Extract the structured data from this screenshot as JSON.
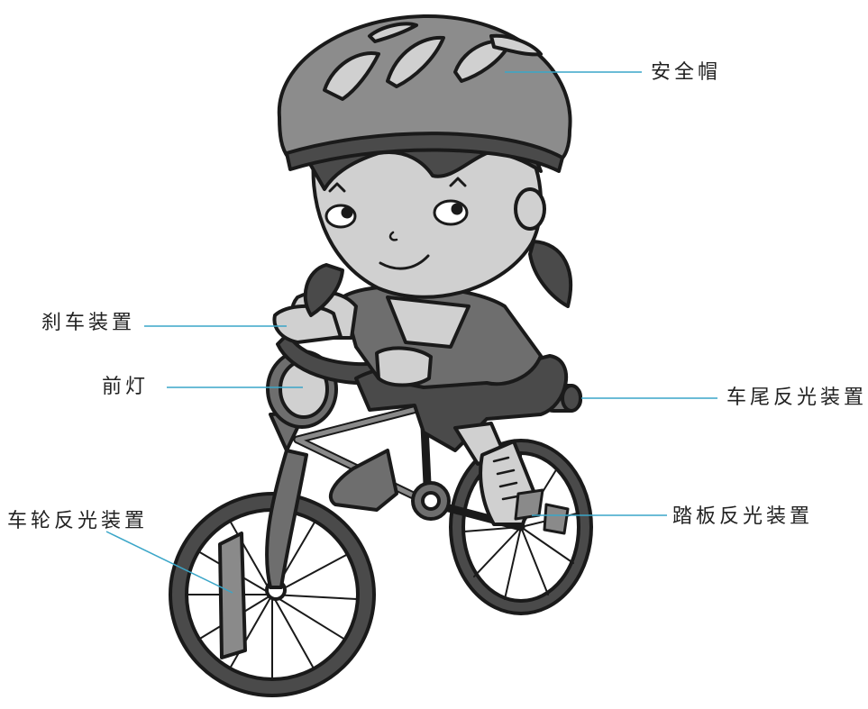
{
  "labels": {
    "helmet": "安全帽",
    "brake": "刹车装置",
    "headlight": "前灯",
    "rear_reflector": "车尾反光装置",
    "wheel_reflector": "车轮反光装置",
    "pedal_reflector": "踏板反光装置"
  },
  "colors": {
    "leader_line": "#3aa6c8",
    "outline": "#1a1a1a",
    "helmet": "#8c8c8c",
    "tire": "#4a4a4a",
    "skin": "#d0d0d0",
    "clothing": "#6e6e6e"
  }
}
